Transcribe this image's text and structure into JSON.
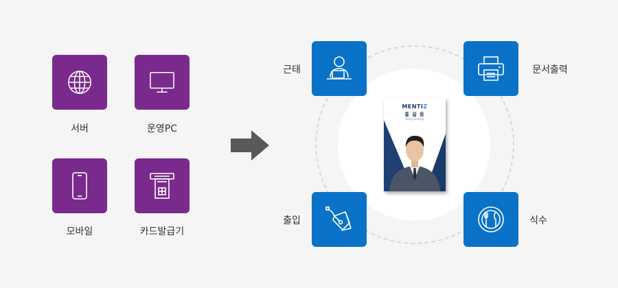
{
  "sources": [
    {
      "label": "서버",
      "icon": "globe-icon"
    },
    {
      "label": "운영PC",
      "icon": "monitor-icon"
    },
    {
      "label": "모바일",
      "icon": "smartphone-icon"
    },
    {
      "label": "카드발급기",
      "icon": "card-issuer-icon"
    }
  ],
  "arrow": {
    "icon": "right-arrow-icon",
    "color": "#595959"
  },
  "services": [
    {
      "label": "근태",
      "icon": "person-laptop-icon"
    },
    {
      "label": "문서출력",
      "icon": "printer-icon"
    },
    {
      "label": "출입",
      "icon": "pen-tool-icon"
    },
    {
      "label": "식수",
      "icon": "plate-cutlery-icon"
    }
  ],
  "card": {
    "brand": "MENTI",
    "brand_accent": "Z",
    "name": "홍 길 동",
    "name_en": "Hong Gildong"
  },
  "colors": {
    "source_tile": "#7a2a8c",
    "service_tile": "#0a73c8",
    "card_navy": "#1b3a6b"
  }
}
